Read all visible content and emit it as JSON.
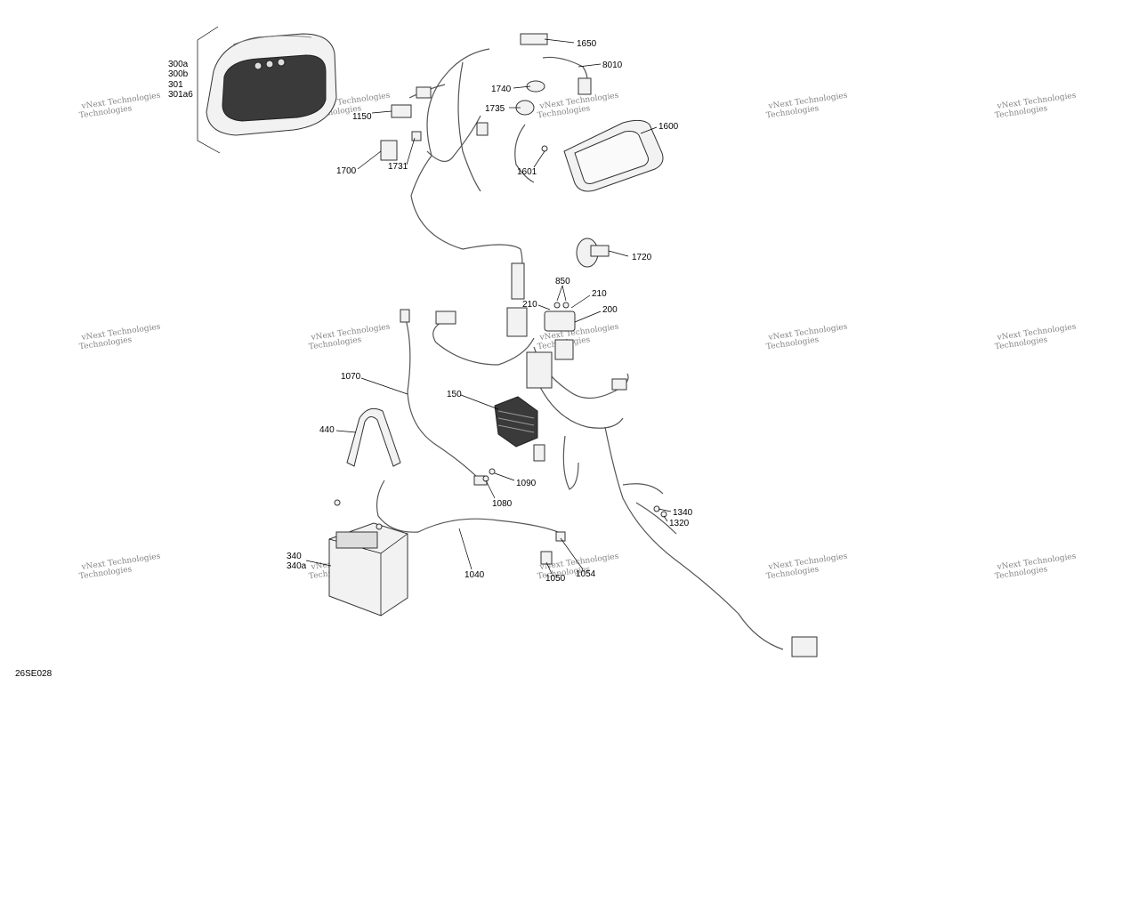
{
  "figure_id": "26SE028",
  "watermark": {
    "line1": "vNext Technologies",
    "line2": "Technologies"
  },
  "callouts": {
    "c300a": "300a",
    "c300b": "300b",
    "c301": "301",
    "c301a6": "301a6",
    "c1650": "1650",
    "c8010": "8010",
    "c1740": "1740",
    "c1735": "1735",
    "c1150": "1150",
    "c1600": "1600",
    "c1601": "1601",
    "c1700": "1700",
    "c1731": "1731",
    "c1720": "1720",
    "c850": "850",
    "c210a": "210",
    "c210b": "210",
    "c200": "200",
    "c1070": "1070",
    "c150": "150",
    "c440": "440",
    "c1090": "1090",
    "c1080": "1080",
    "c1340": "1340",
    "c1320": "1320",
    "c340": "340",
    "c340a": "340a",
    "c1040": "1040",
    "c1050": "1050",
    "c1054": "1054"
  },
  "colors": {
    "line": "#000000",
    "wire": "#555555",
    "part_fill": "#f2f2f2",
    "dark_part": "#3a3a3a",
    "watermark": "#6f6f6f"
  }
}
